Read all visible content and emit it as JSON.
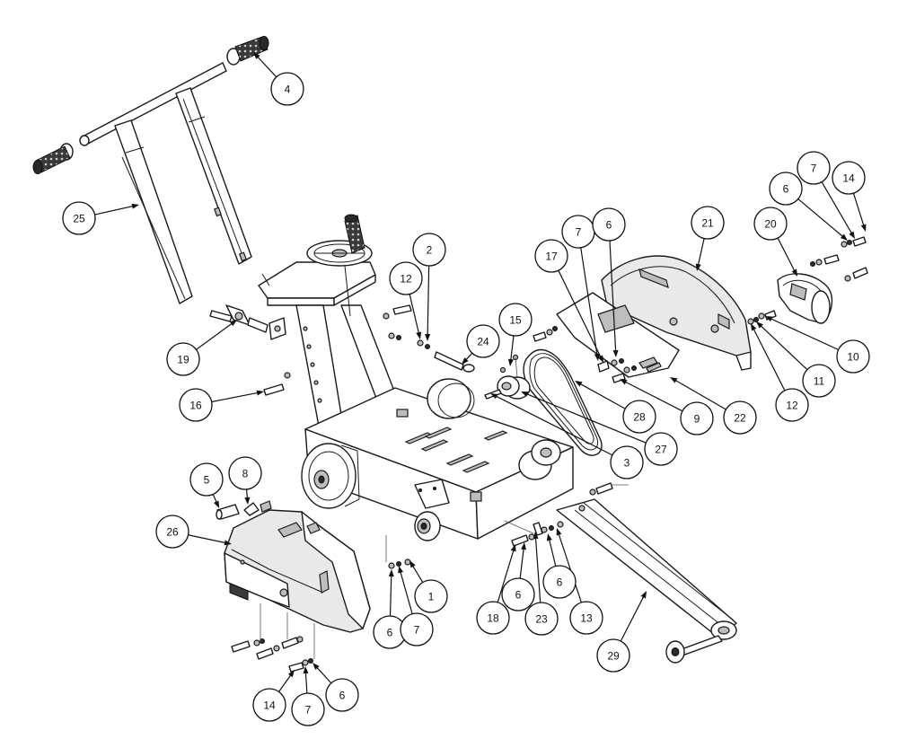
{
  "callouts": [
    {
      "id": "c4",
      "label": "4"
    },
    {
      "id": "c25",
      "label": "25"
    },
    {
      "id": "c2",
      "label": "2"
    },
    {
      "id": "c12a",
      "label": "12"
    },
    {
      "id": "c19",
      "label": "19"
    },
    {
      "id": "c16",
      "label": "16"
    },
    {
      "id": "c24",
      "label": "24"
    },
    {
      "id": "c15",
      "label": "15"
    },
    {
      "id": "c7a",
      "label": "7"
    },
    {
      "id": "c6a",
      "label": "6"
    },
    {
      "id": "c17",
      "label": "17"
    },
    {
      "id": "c21",
      "label": "21"
    },
    {
      "id": "c20",
      "label": "20"
    },
    {
      "id": "c6b",
      "label": "6"
    },
    {
      "id": "c7b",
      "label": "7"
    },
    {
      "id": "c14a",
      "label": "14"
    },
    {
      "id": "c10",
      "label": "10"
    },
    {
      "id": "c11",
      "label": "11"
    },
    {
      "id": "c12b",
      "label": "12"
    },
    {
      "id": "c22",
      "label": "22"
    },
    {
      "id": "c9",
      "label": "9"
    },
    {
      "id": "c28",
      "label": "28"
    },
    {
      "id": "c27",
      "label": "27"
    },
    {
      "id": "c3",
      "label": "3"
    },
    {
      "id": "c5",
      "label": "5"
    },
    {
      "id": "c8",
      "label": "8"
    },
    {
      "id": "c26",
      "label": "26"
    },
    {
      "id": "c1",
      "label": "1"
    },
    {
      "id": "c6c",
      "label": "6"
    },
    {
      "id": "c7c",
      "label": "7"
    },
    {
      "id": "c14b",
      "label": "14"
    },
    {
      "id": "c7d",
      "label": "7"
    },
    {
      "id": "c6d",
      "label": "6"
    },
    {
      "id": "c18",
      "label": "18"
    },
    {
      "id": "c6e",
      "label": "6"
    },
    {
      "id": "c23",
      "label": "23"
    },
    {
      "id": "c6f",
      "label": "6"
    },
    {
      "id": "c13",
      "label": "13"
    },
    {
      "id": "c29",
      "label": "29"
    }
  ]
}
